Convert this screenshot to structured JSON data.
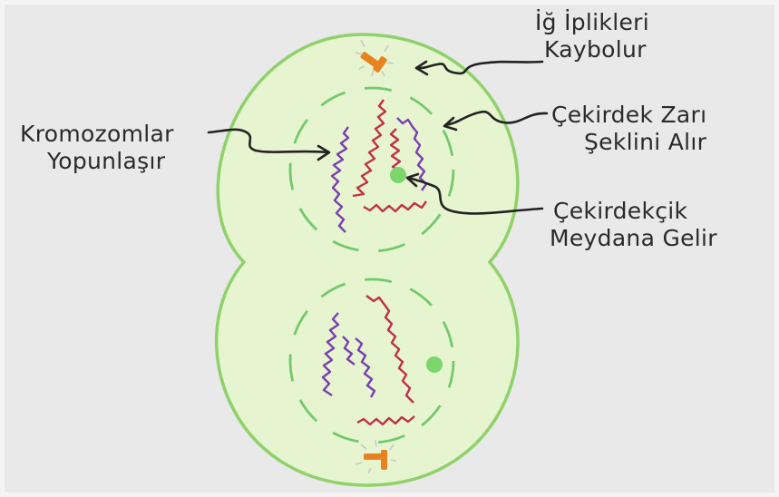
{
  "labels": {
    "spindle": {
      "line1": "İğ İplikleri",
      "line2": "Kaybolur"
    },
    "nuclear_envelope": {
      "line1": "Çekirdek Zarı",
      "line2": "Şeklini Alır"
    },
    "chromosomes": {
      "line1": "Kromozomlar",
      "line2": "Yopunlaşır"
    },
    "nucleolus": {
      "line1": "Çekirdekçik",
      "line2": "Meydana Gelir"
    }
  },
  "colors": {
    "background": "#e9e9e9",
    "cell_fill": "#e6f5d0",
    "cell_outline": "#8fd16a",
    "nuclear_envelope": "#72c96a",
    "nucleolus": "#7dd66c",
    "chromosome_purple": "#7a3fb0",
    "chromosome_red": "#c0304a",
    "centriole": "#e8821e",
    "arrow": "#222222"
  },
  "icons": [
    "centriole-icon",
    "nucleolus-icon"
  ]
}
